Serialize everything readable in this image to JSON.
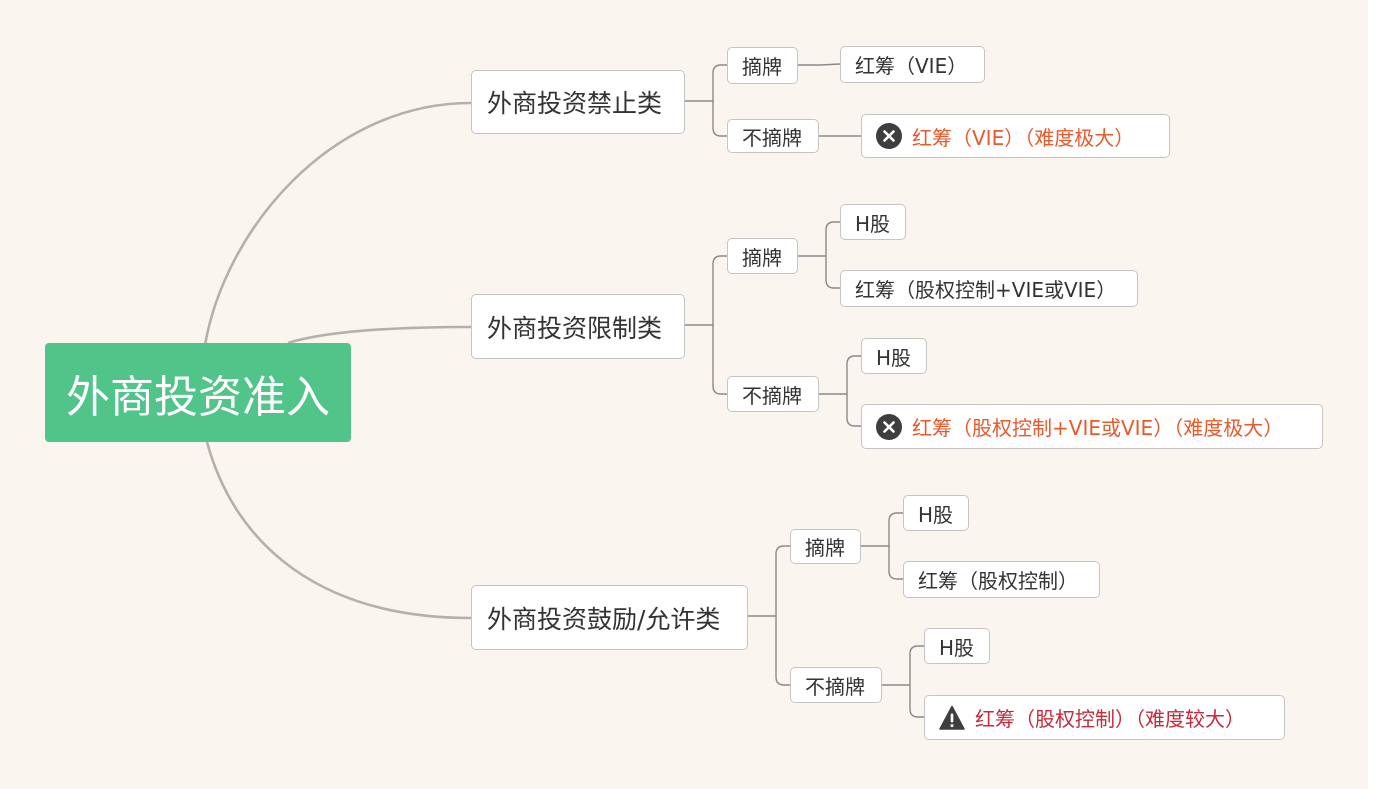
{
  "colors": {
    "background": "#fbf5f0",
    "root_fill": "#51c48a",
    "main_curve": "#b3b1ae",
    "branch_line": "#8a8a8a",
    "red_text": "#e8592c",
    "crimson_text": "#c72a3a",
    "icon_dark": "#3e3e3e"
  },
  "root": {
    "label": "外商投资准入"
  },
  "branches": [
    {
      "label": "外商投资禁止类",
      "groups": [
        {
          "label": "摘牌",
          "leaves": [
            {
              "label": "红筹（VIE）"
            }
          ]
        },
        {
          "label": "不摘牌",
          "leaves": [
            {
              "label": "红筹（VIE）（难度极大）",
              "icon": "close-circle-icon"
            }
          ]
        }
      ]
    },
    {
      "label": "外商投资限制类",
      "groups": [
        {
          "label": "摘牌",
          "leaves": [
            {
              "label": "H股"
            },
            {
              "label": "红筹（股权控制+VIE或VIE）"
            }
          ]
        },
        {
          "label": "不摘牌",
          "leaves": [
            {
              "label": "H股"
            },
            {
              "label": "红筹（股权控制+VIE或VIE）（难度极大）",
              "icon": "close-circle-icon"
            }
          ]
        }
      ]
    },
    {
      "label": "外商投资鼓励/允许类",
      "groups": [
        {
          "label": "摘牌",
          "leaves": [
            {
              "label": "H股"
            },
            {
              "label": "红筹（股权控制）"
            }
          ]
        },
        {
          "label": "不摘牌",
          "leaves": [
            {
              "label": "H股"
            },
            {
              "label": "红筹（股权控制）（难度较大）",
              "icon": "warning-triangle-icon"
            }
          ]
        }
      ]
    }
  ]
}
